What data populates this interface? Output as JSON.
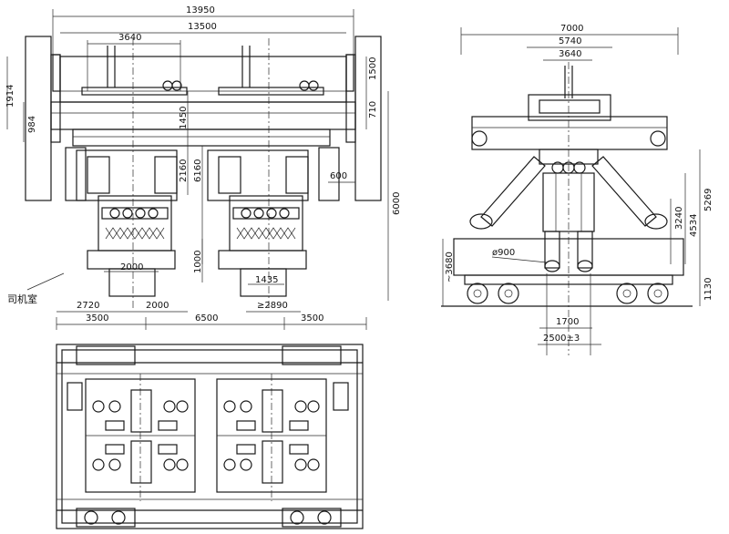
{
  "front_view": {
    "overall_width": "13950",
    "beam_span": "13500",
    "trolley_gauge": "3640",
    "height_1914": "1914",
    "height_984": "984",
    "height_1450": "1450",
    "height_1500": "1500",
    "height_710": "710",
    "height_2160": "2160",
    "height_6160": "6160",
    "height_6000": "6000",
    "width_600": "600",
    "height_1000": "1000",
    "width_2000_upper": "2000",
    "width_1435": "1435",
    "width_2720": "2720",
    "width_2000_lower": "2000",
    "width_2890": "≥2890",
    "width_3500_left": "3500",
    "width_6500": "6500",
    "width_3500_right": "3500",
    "cab_label": "司机室"
  },
  "side_view": {
    "overall_width": "7000",
    "width_5740": "5740",
    "width_3640": "3640",
    "height_5269": "5269",
    "height_4534": "4534",
    "height_3240": "3240",
    "height_3680": "~3680",
    "height_1130": "1130",
    "diameter_900": "ø900",
    "width_1700": "1700",
    "width_2500": "2500±3"
  }
}
